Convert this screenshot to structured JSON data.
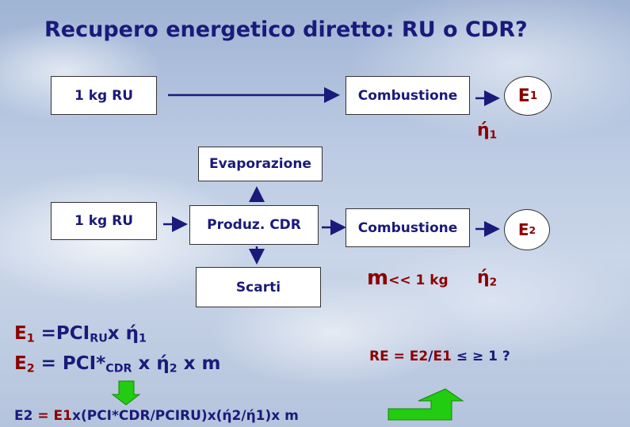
{
  "title": "Recupero energetico diretto: RU o CDR?",
  "row1": {
    "input_label": "1 kg RU",
    "combustion_label": "Combustione",
    "energy_main": "E",
    "energy_sub": "1",
    "eta_main": "ή",
    "eta_sub": "1"
  },
  "row2": {
    "input_label": "1 kg RU",
    "cdr_label": "Produz. CDR",
    "evaporation_label": "Evaporazione",
    "waste_label": "Scarti",
    "combustion_label": "Combustione",
    "energy_main": "E",
    "energy_sub": "2",
    "mass_m": "m",
    "mass_rest": "<< 1 kg",
    "eta_main": "ή",
    "eta_sub": "2"
  },
  "formulas": {
    "f1_e": "E",
    "f1_e_sub": "1",
    "f1_eq": " =PCI",
    "f1_pci_sub": "RU",
    "f1_x": "x ή",
    "f1_eta_sub": "1",
    "f2_e": "E",
    "f2_e_sub": "2",
    "f2_eq": " = PCI*",
    "f2_pci_sub": "CDR",
    "f2_x": " x ή",
    "f2_eta_sub": "2",
    "f2_tail": " x m"
  },
  "re_ratio": {
    "prefix": "RE = ",
    "e2": "E2",
    "slash": "/",
    "e1": "E1",
    "ineq": " ≤ ≥",
    "rest": " 1 ?"
  },
  "bottom_equation": {
    "lhs": "E2",
    "eq": " = ",
    "e1": "E1",
    "rest": "x(PCI*CDR/PCIRU)x(ή2/ή1)x m"
  },
  "colors": {
    "title": "#1a1a7a",
    "dark_red": "#8b0000",
    "arrow_green": "#22cc11"
  }
}
